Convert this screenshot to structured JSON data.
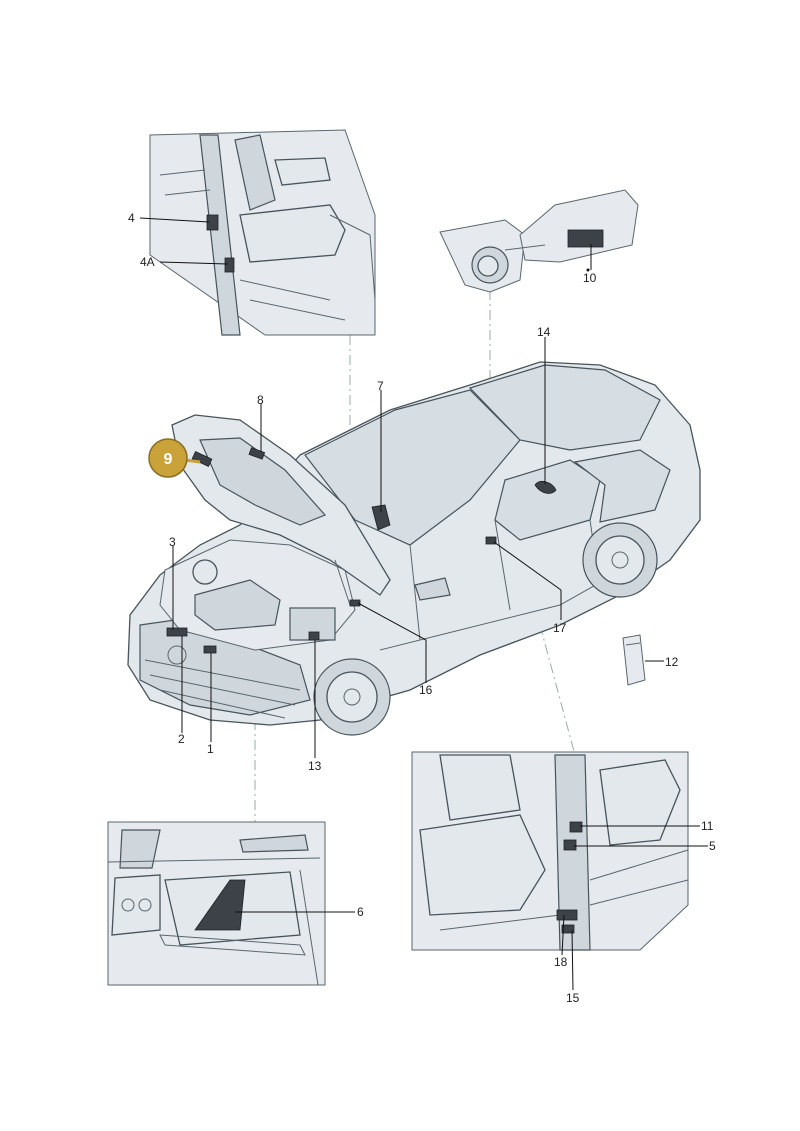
{
  "labels": {
    "l1": "1",
    "l2": "2",
    "l3": "3",
    "l4": "4",
    "l4a": "4A",
    "l5": "5",
    "l6": "6",
    "l7": "7",
    "l8": "8",
    "l9": "9",
    "l10": "10",
    "l11": "11",
    "l12": "12",
    "l13": "13",
    "l14": "14",
    "l15": "15",
    "l16": "16",
    "l17": "17",
    "l18": "18"
  },
  "colors": {
    "highlight": "#c9a23a",
    "highlight_ring": "#8a6d1e",
    "leader": "#111111"
  },
  "highlighted_part": "9"
}
